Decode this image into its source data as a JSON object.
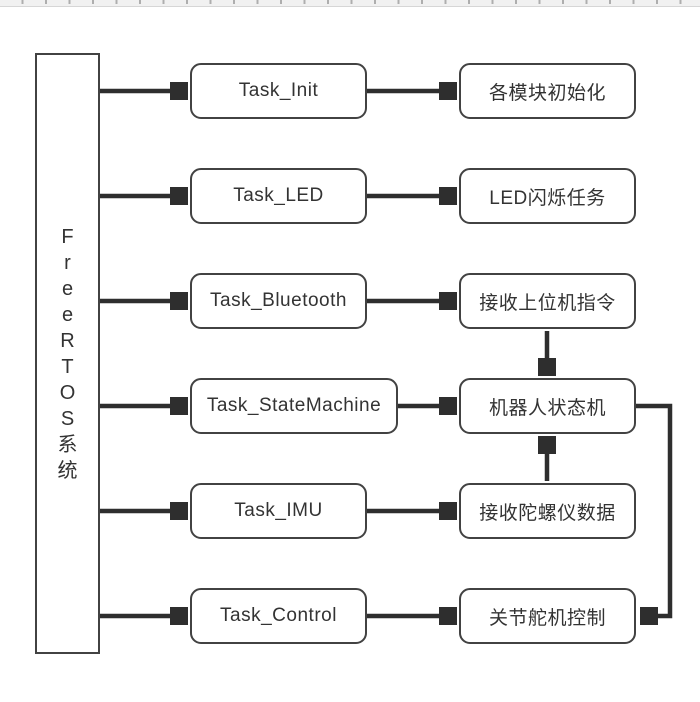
{
  "ruler": {
    "background": "#f1f1f1",
    "tick_color": "#aeaeae",
    "tick_spacing_px": 23.5
  },
  "diagram": {
    "system_box": {
      "label": "FreeRTOS系统",
      "label_vertical": "F\nr\ne\ne\nR\nT\nO\nS\n系\n统"
    },
    "rows": [
      {
        "task": "Task_Init",
        "desc": "各模块初始化"
      },
      {
        "task": "Task_LED",
        "desc": "LED闪烁任务"
      },
      {
        "task": "Task_Bluetooth",
        "desc": "接收上位机指令"
      },
      {
        "task": "Task_StateMachine",
        "desc": "机器人状态机"
      },
      {
        "task": "Task_IMU",
        "desc": "接收陀螺仪数据"
      },
      {
        "task": "Task_Control",
        "desc": "关节舵机控制"
      }
    ],
    "connections": [
      {
        "from": "FreeRTOS系统",
        "to": "Task_Init"
      },
      {
        "from": "FreeRTOS系统",
        "to": "Task_LED"
      },
      {
        "from": "FreeRTOS系统",
        "to": "Task_Bluetooth"
      },
      {
        "from": "FreeRTOS系统",
        "to": "Task_StateMachine"
      },
      {
        "from": "FreeRTOS系统",
        "to": "Task_IMU"
      },
      {
        "from": "FreeRTOS系统",
        "to": "Task_Control"
      },
      {
        "from": "Task_Init",
        "to": "各模块初始化"
      },
      {
        "from": "Task_LED",
        "to": "LED闪烁任务"
      },
      {
        "from": "Task_Bluetooth",
        "to": "接收上位机指令"
      },
      {
        "from": "Task_StateMachine",
        "to": "机器人状态机"
      },
      {
        "from": "Task_IMU",
        "to": "接收陀螺仪数据"
      },
      {
        "from": "Task_Control",
        "to": "关节舵机控制"
      },
      {
        "from": "接收上位机指令",
        "to": "机器人状态机"
      },
      {
        "from": "接收陀螺仪数据",
        "to": "机器人状态机"
      },
      {
        "from": "机器人状态机",
        "to": "关节舵机控制"
      }
    ],
    "colors": {
      "line": "#2e2e2e",
      "node_border": "#424242",
      "text": "#333333",
      "node_fill": "#ffffff"
    }
  }
}
